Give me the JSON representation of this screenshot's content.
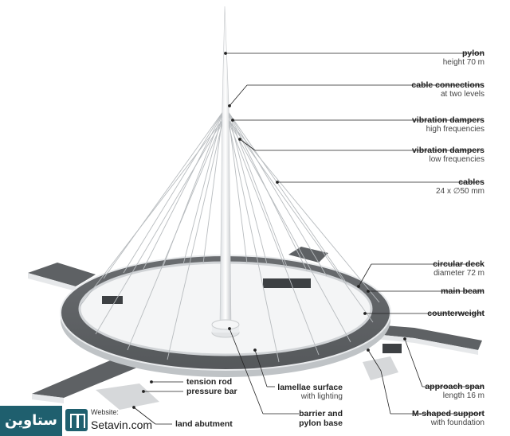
{
  "labels": {
    "pylon": {
      "title": "pylon",
      "sub": "height 70 m"
    },
    "cable_connections": {
      "title": "cable connections",
      "sub": "at two levels"
    },
    "dampers_high": {
      "title": "vibration dampers",
      "sub": "high frequencies"
    },
    "dampers_low": {
      "title": "vibration dampers",
      "sub": "low frequencies"
    },
    "cables": {
      "title": "cables",
      "sub": "24 x ∅50 mm"
    },
    "circular_deck": {
      "title": "circular deck",
      "sub": "diameter 72 m"
    },
    "main_beam": {
      "title": "main beam"
    },
    "counterweight": {
      "title": "counterweight"
    },
    "approach_span": {
      "title": "approach span",
      "sub": "length 16 m"
    },
    "m_support": {
      "title": "M-shaped support",
      "sub": "with foundation"
    },
    "barrier": {
      "title": "barrier and",
      "sub": "pylon base"
    },
    "lamellae": {
      "title": "lamellae  surface",
      "sub": "with lighting"
    },
    "tension_rod": {
      "title": "tension rod"
    },
    "pressure_bar": {
      "title": "pressure bar"
    },
    "land_abutment": {
      "title": "land abutment"
    }
  },
  "watermark": {
    "farsi": "ستاوین",
    "website_label": "Website:",
    "site": "Setavin.com"
  }
}
